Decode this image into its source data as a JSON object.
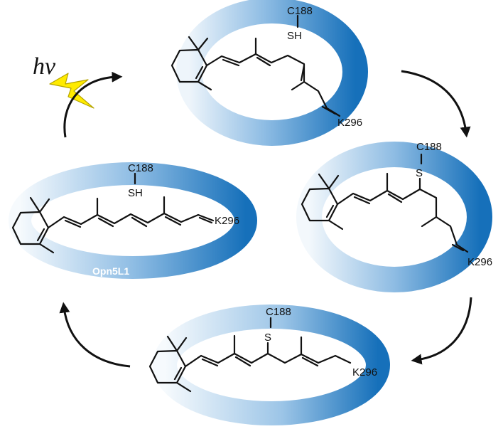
{
  "photon_label": "hν",
  "icons": {
    "light": "lightning-bolt-icon",
    "arrow": "curved-arrow-icon"
  },
  "colors": {
    "ring_light": "#ffffff",
    "ring_dark": "#1f77c0",
    "lightning_fill": "#ffeb00",
    "lightning_stroke": "#b5a400",
    "text": "#111111"
  },
  "states": [
    {
      "id": "top",
      "cys_label": "C188",
      "thiol_label": "SH",
      "lys_label": "K296"
    },
    {
      "id": "right",
      "cys_label": "C188",
      "thiol_label": "S",
      "lys_label": "K296"
    },
    {
      "id": "bottom",
      "cys_label": "C188",
      "thiol_label": "S",
      "lys_label": "K296"
    },
    {
      "id": "left",
      "cys_label": "C188",
      "thiol_label": "SH",
      "lys_label": "K296",
      "protein_label": "Opn5L1"
    }
  ]
}
